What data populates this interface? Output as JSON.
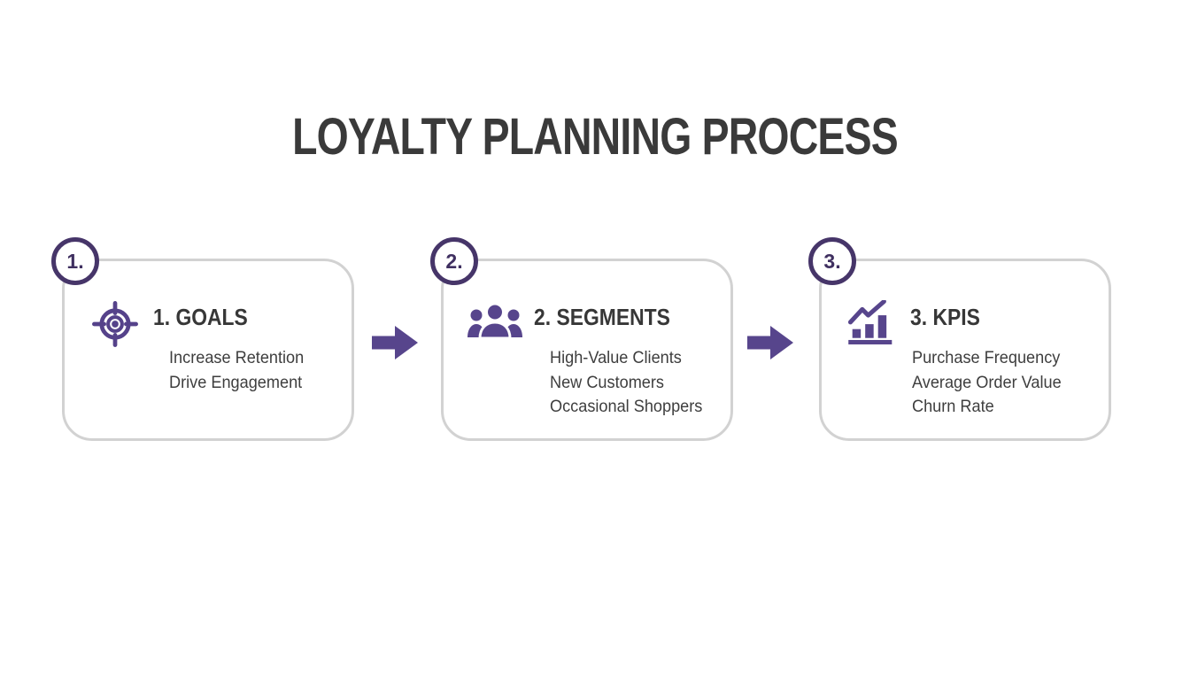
{
  "title": "LOYALTY PLANNING PROCESS",
  "colors": {
    "accent_purple": "#57458c",
    "badge_purple": "#463569",
    "heading_text": "#373737",
    "body_text": "#3e3e3e",
    "card_border": "#d2d2d2",
    "background": "#ffffff"
  },
  "steps": [
    {
      "badge": "1.",
      "icon": "target-icon",
      "heading": "1. GOALS",
      "items": [
        "Increase Retention",
        "Drive Engagement"
      ]
    },
    {
      "badge": "2.",
      "icon": "people-icon",
      "heading": "2. SEGMENTS",
      "items": [
        "High-Value Clients",
        "New Customers",
        "Occasional Shoppers"
      ]
    },
    {
      "badge": "3.",
      "icon": "bar-chart-icon",
      "heading": "3. KPIS",
      "items": [
        "Purchase Frequency",
        "Average Order Value",
        "Churn Rate"
      ]
    }
  ]
}
